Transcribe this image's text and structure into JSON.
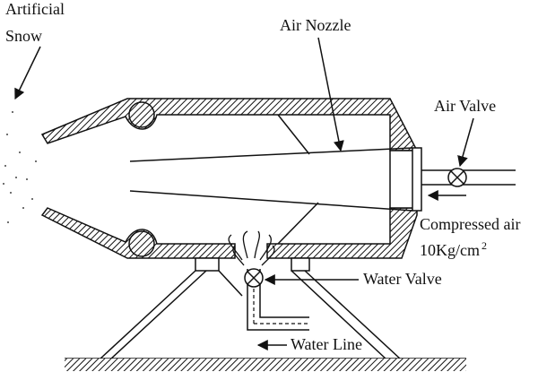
{
  "labels": {
    "artificial": "Artificial",
    "snow": "Snow",
    "air_nozzle": "Air Nozzle",
    "air_valve": "Air Valve",
    "compressed_air": "Compressed air",
    "pressure_value": "10Kg/cm",
    "pressure_exp": "2",
    "water_valve": "Water Valve",
    "water_line": "Water Line"
  }
}
